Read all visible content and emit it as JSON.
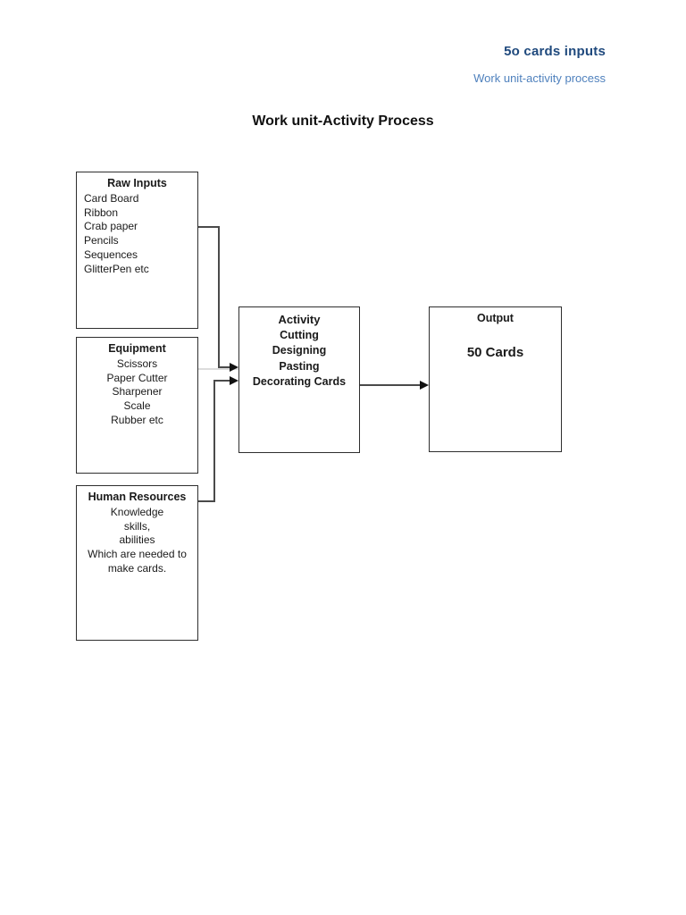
{
  "header": {
    "line1": "5o cards inputs",
    "line2": "Work unit-activity process",
    "line1_color": "#1F497D",
    "line2_color": "#4F81BD"
  },
  "title": "Work unit-Activity Process",
  "diagram": {
    "raw_inputs": {
      "title": "Raw Inputs",
      "items": [
        "Card Board",
        "Ribbon",
        "Crab paper",
        "Pencils",
        "Sequences",
        "GlitterPen etc"
      ]
    },
    "equipment": {
      "title": "Equipment",
      "items": [
        "Scissors",
        "Paper Cutter",
        "Sharpener",
        "Scale",
        "Rubber etc"
      ]
    },
    "human_resources": {
      "title": "Human Resources",
      "items": [
        "Knowledge",
        "skills,",
        "abilities",
        "Which are needed to",
        "make cards."
      ]
    },
    "activity": {
      "title": "Activity",
      "items": [
        "Cutting",
        "Designing",
        "Pasting",
        "Decorating Cards"
      ]
    },
    "output": {
      "title": "Output",
      "value": "50 Cards"
    }
  }
}
